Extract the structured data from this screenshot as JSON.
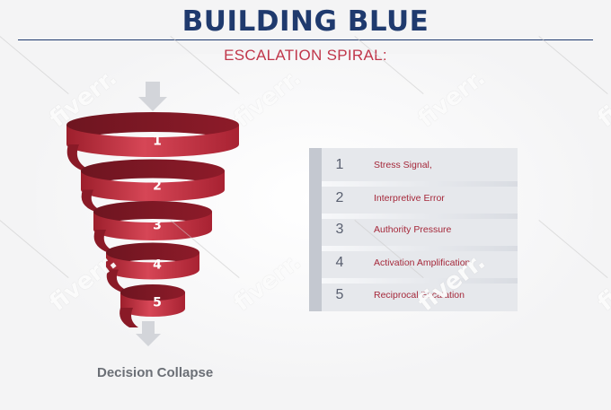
{
  "title": "BUILDING BLUE",
  "subtitle": "ESCALATION SPIRAL:",
  "spiral": {
    "numbers": [
      "1",
      "2",
      "3",
      "4",
      "5"
    ],
    "color": "#c4303f"
  },
  "stages": [
    {
      "num": "1",
      "label": "Stress Signal,"
    },
    {
      "num": "2",
      "label": "Interpretive Error"
    },
    {
      "num": "3",
      "label": "Authority Pressure"
    },
    {
      "num": "4",
      "label": "Activation Amplification"
    },
    {
      "num": "5",
      "label": "Reciprocal Escalation"
    }
  ],
  "outcome": "Decision Collapse",
  "watermark": "fiverr."
}
